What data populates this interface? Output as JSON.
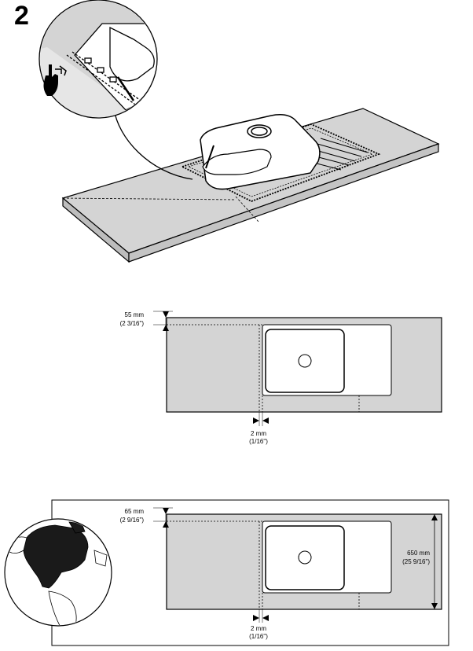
{
  "step": {
    "number": "2"
  },
  "diagram_top": {
    "edge_offset": {
      "mm": "55 mm",
      "inch": "(2 3/16\")"
    },
    "gap": {
      "mm": "2 mm",
      "inch": "(1/16\")"
    }
  },
  "diagram_bottom": {
    "edge_offset": {
      "mm": "65 mm",
      "inch": "(2 9/16\")"
    },
    "gap": {
      "mm": "2 mm",
      "inch": "(1/16\")"
    },
    "depth": {
      "mm": "650 mm",
      "inch": "(25 9/16\")"
    }
  },
  "colors": {
    "countertop": "#d4d4d4",
    "highlight_region": "#1a1a1a",
    "line": "#000000"
  },
  "icons": [
    "hand-pointer-icon",
    "globe-north-america-icon"
  ]
}
